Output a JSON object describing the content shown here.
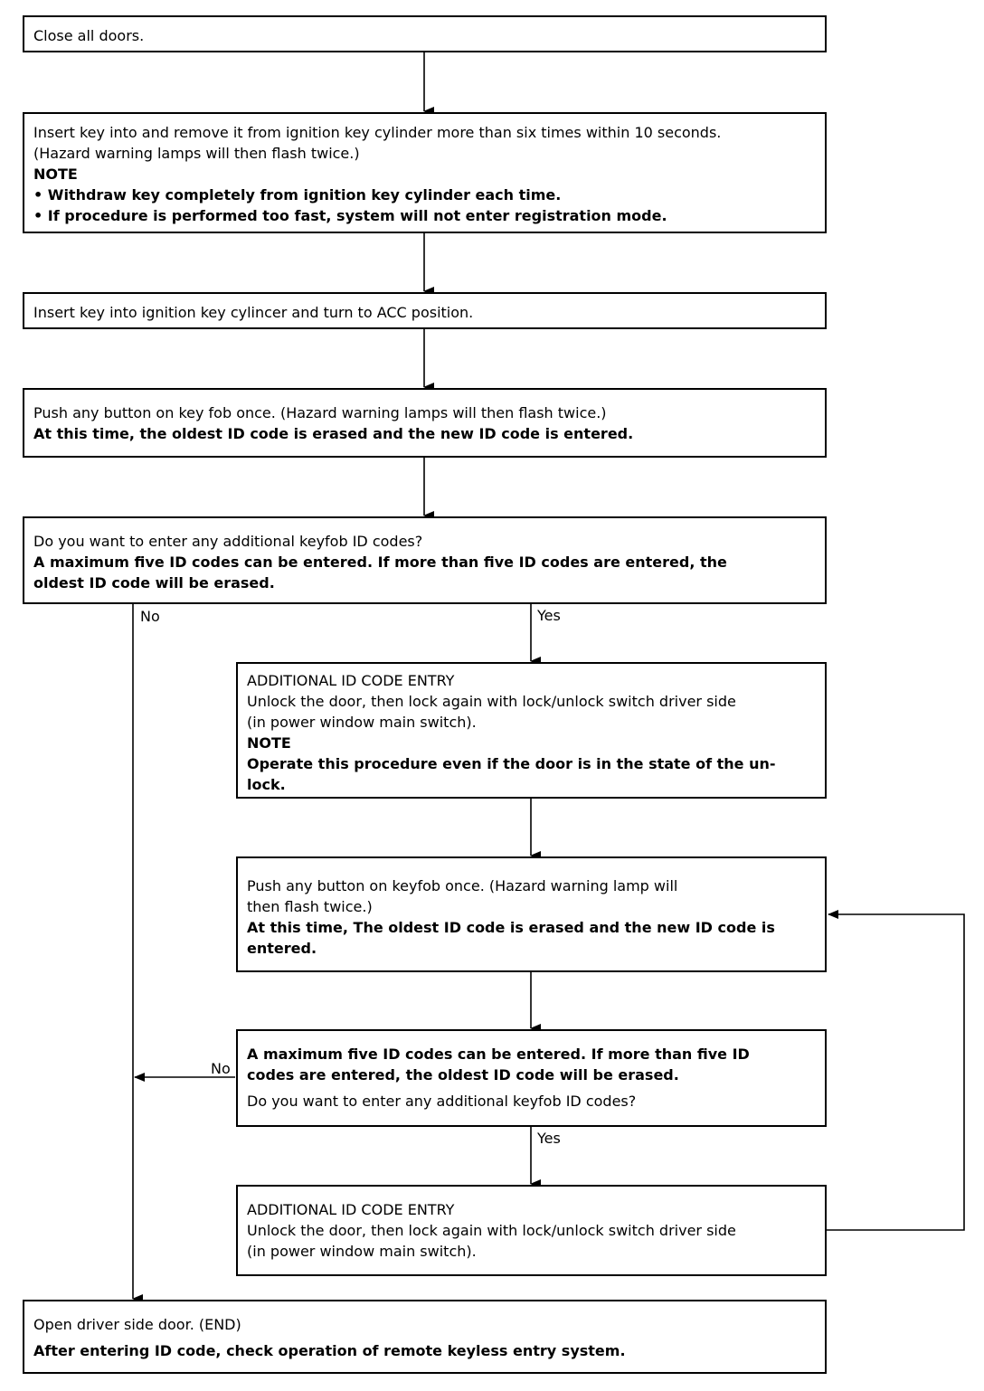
{
  "steps": {
    "s1": {
      "lines": [
        "Close all doors."
      ]
    },
    "s2": {
      "lines": [
        "Insert key into and remove it from ignition key cylinder more than six times within 10 seconds.",
        "(Hazard warning lamps will then flash twice.)",
        "NOTE",
        "• Withdraw key completely from ignition key cylinder each time.",
        "• If procedure is performed too fast, system will not enter registration mode."
      ]
    },
    "s3": {
      "lines": [
        "Insert key into ignition key cylincer and turn to ACC position."
      ]
    },
    "s4": {
      "lines": [
        "Push any button on key fob once. (Hazard warning lamps will then flash twice.)",
        "At this time, the oldest ID code is erased and the new ID code is entered."
      ]
    },
    "s5": {
      "lines": [
        "Do you want to enter any additional keyfob ID codes?",
        "A  maximum five ID codes can be entered. If more than five ID codes are entered, the",
        "oldest ID code will be erased."
      ]
    },
    "s6": {
      "lines": [
        "ADDITIONAL ID CODE ENTRY",
        "Unlock the door, then lock again with lock/unlock switch driver side",
        "(in power window main switch).",
        "NOTE",
        "Operate this procedure even if the door is in the state of the un-",
        "lock."
      ]
    },
    "s7": {
      "lines": [
        "Push any button on keyfob once. (Hazard warning lamp will",
        "then flash twice.)",
        "At this time, The oldest ID code is erased and the new ID code is",
        "entered."
      ]
    },
    "s8": {
      "lines": [
        "A  maximum five ID codes can be entered. If more than five ID",
        "codes are entered, the oldest ID code will be erased.",
        "Do you want to enter any additional keyfob ID codes?"
      ]
    },
    "s9": {
      "lines": [
        "ADDITIONAL ID CODE ENTRY",
        "Unlock the door, then lock again with lock/unlock switch driver side",
        "(in power window main switch)."
      ]
    },
    "s10": {
      "lines": [
        "Open driver side door. (END)",
        "After entering ID code, check operation of remote keyless entry system."
      ]
    }
  },
  "labels": {
    "no1": "No",
    "yes1": "Yes",
    "no2": "No",
    "yes2": "Yes"
  }
}
